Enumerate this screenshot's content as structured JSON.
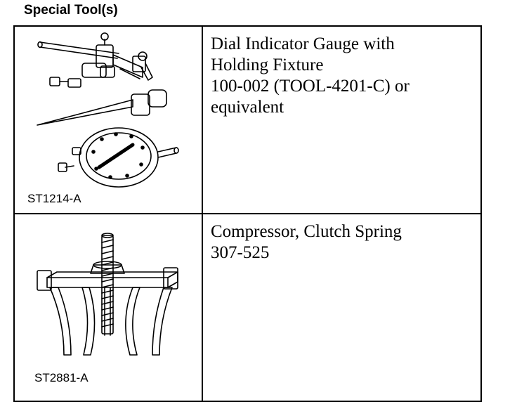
{
  "header": {
    "title": "Special Tool(s)"
  },
  "tools": [
    {
      "image_code": "ST1214-A",
      "image_icon": "dial-indicator-gauge-illustration",
      "description_lines": [
        "Dial Indicator Gauge with",
        "Holding Fixture",
        "100-002 (TOOL-4201-C) or",
        "equivalent"
      ]
    },
    {
      "image_code": "ST2881-A",
      "image_icon": "clutch-spring-compressor-illustration",
      "description_lines": [
        "Compressor, Clutch Spring",
        "307-525"
      ]
    }
  ]
}
